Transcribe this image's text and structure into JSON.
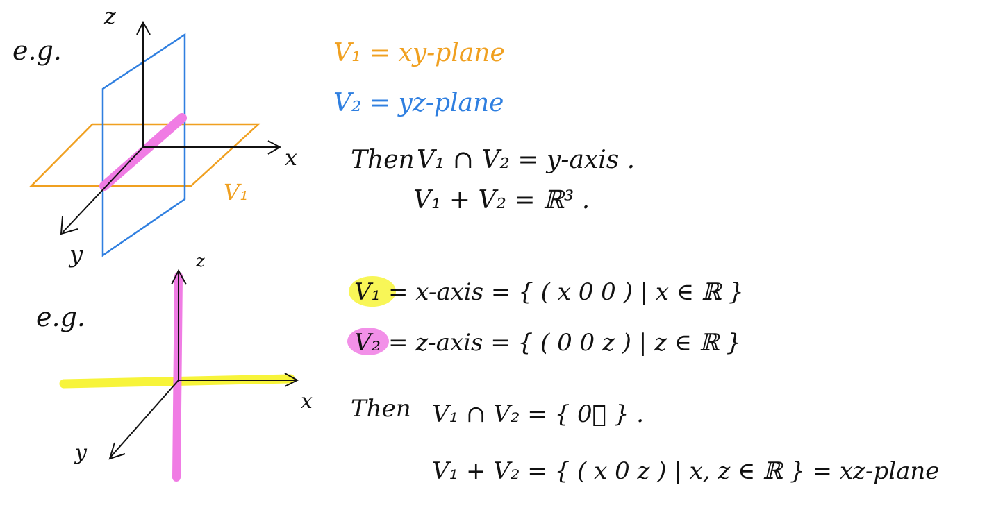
{
  "colors": {
    "orange": "#f0a020",
    "blue": "#2f7fe0",
    "magenta": "#f07ce4",
    "yellow": "#f7f43a",
    "ink": "#111111"
  },
  "example1": {
    "eg": "e.g.",
    "axis_z": "z",
    "axis_x": "x",
    "axis_y": "y",
    "plane_label": "V₁",
    "def1": "V₁ = xy-plane",
    "def2": "V₂ = yz-plane",
    "then": "Then",
    "intersection": "V₁ ∩ V₂ = y-axis .",
    "sum": "V₁ + V₂ = ℝ³ ."
  },
  "example2": {
    "eg": "e.g.",
    "axis_z": "z",
    "axis_x": "x",
    "axis_y": "y",
    "v1_def": "V₁ = x-axis = { ( x 0 0 ) | x ∈ ℝ }",
    "v2_def": "V₂ = z-axis = { ( 0 0 z ) | z ∈ ℝ }",
    "then": "Then",
    "intersection": "V₁ ∩ V₂ = { 0⃗ } .",
    "sum": "V₁ + V₂ = { ( x 0 z ) | x, z ∈ ℝ } = xz-plane"
  }
}
